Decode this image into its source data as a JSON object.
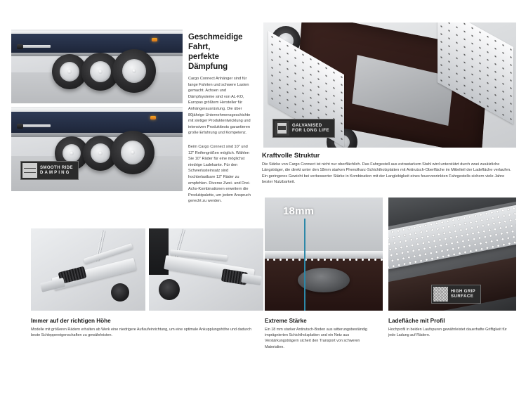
{
  "page": {
    "background": "#ffffff",
    "accent_blue": "#2d88a8"
  },
  "sections": {
    "suspension": {
      "headline_line1": "Geschmeidige Fahrt,",
      "headline_line2": "perfekte Dämpfung",
      "paragraph1": "Cargo Connect Anhänger sind für lange Fahrten und schwere Lasten gemacht. Achsen und Dämpfsysteme sind von AL-KO, Europas größtem Hersteller für Anhängerausrüstung. Die über 80jährige Unternehmensgeschichte mit stetiger Produktentwicklung und intensiven Produkttests garantieren große Erfahrung und Kompetenz.",
      "paragraph2": "Beim Cargo Connect sind 10\" und 12\" Reifengrößen möglich. Wählen Sie 10\" Räder für eine möglichst niedrige Ladekante. Für den Schwerlasteinsatz sind hochbelastbare 12\" Räder zu empfehlen. Diverse Zwei- und Drei-Achs-Kombinationen erweitern die Produktpalette, um jedem Anspruch gerecht zu werden.",
      "badge": {
        "icon": "damper-icon",
        "line1": "SMOOTH RIDE",
        "line2": "DAMPING"
      },
      "photo_top_alt": "trailer-three-axle-wheels-photo",
      "photo_bottom_alt": "trailer-three-axle-wheels-low-photo"
    },
    "structure": {
      "headline": "Kraftvolle Struktur",
      "paragraph": "Die Stärke von Cargo Connect ist nicht nur oberflächlich. Das Fahrgestell aus extrastarkem Stahl wird unterstützt durch zwei zusätzliche Längsträger, die direkt unter den 18mm starken Phenolharz-Schichtholzplatten mit Antirutsch-Oberfläche im Mittelteil der Ladefläche verlaufen. Ein geringeres Gewicht bei verbesserter Stärke in Kombination mit der Langlebigkeit eines feuerverzinkten Fahrgestells sichern viele Jahre bester Nutzbarkeit.",
      "badge": {
        "icon": "galvanised-icon",
        "line1": "GALVANISED",
        "line2": "FOR LONG LIFE"
      },
      "photo_alt": "galvanised-flatbed-chassis-photo"
    },
    "height": {
      "headline": "Immer auf der richtigen Höhe",
      "paragraph": "Modelle mit größeren Rädern erhalten ab Werk eine niedrigere Auflaufeinrichtung, um eine optimale Ankupplungshöhe und dadurch beste Schleppereigenschaften zu gewährleisten.",
      "photo_left_alt": "coupling-overrun-device-photo-left",
      "photo_right_alt": "coupling-overrun-device-photo-right"
    },
    "strength": {
      "headline": "Extreme Stärke",
      "paragraph": "Ein 18 mm starker Antirutsch-Boden aus witterungsbeständig imprägnierten Schichtholzplatten und ein Netz aus Verstärkungsträgern sichert den Transport von schweren Materialien.",
      "callout": {
        "label": "18mm",
        "line_color": "#2d88a8"
      },
      "photo_alt": "floor-board-thickness-18mm-photo"
    },
    "profile": {
      "headline": "Ladefläche mit Profil",
      "paragraph": "Hochprofil in beiden Laufspuren gewährleistet dauerhafte Griffigkeit für jede Ladung auf Rädern.",
      "badge": {
        "icon": "grip-texture-icon",
        "line1": "HIGH GRIP",
        "line2": "SURFACE"
      },
      "photo_alt": "high-grip-surface-deck-photo"
    }
  }
}
